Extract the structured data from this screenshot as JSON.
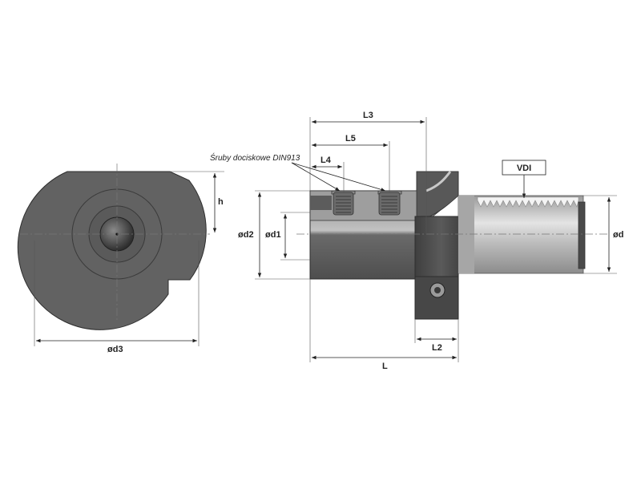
{
  "labels": {
    "h": "h",
    "d3": "ød3",
    "d2": "ød2",
    "d1": "ød1",
    "d": "ød",
    "L": "L",
    "L2": "L2",
    "L3": "L3",
    "L4": "L4",
    "L5": "L5",
    "vdi": "VDI",
    "screws": "Śruby dociskowe DIN913"
  },
  "colors": {
    "body_dark": "#5e5e5e",
    "body_mid": "#7a7a7a",
    "shank_light": "#c9c9c9",
    "background": "#ffffff",
    "line": "#222222"
  }
}
